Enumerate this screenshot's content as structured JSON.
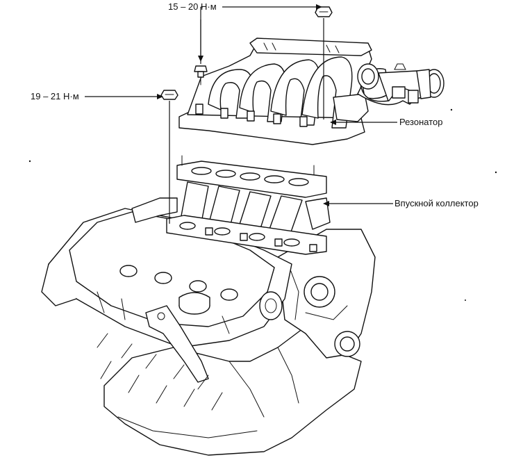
{
  "labels": {
    "torque_top": "15 – 20 Н·м",
    "torque_left": "19 – 21 Н·м",
    "resonator": "Резонатор",
    "intake_manifold": "Впускной коллектор"
  }
}
